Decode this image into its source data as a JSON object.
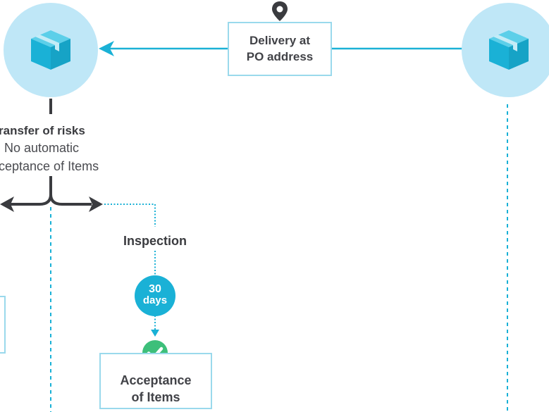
{
  "colors": {
    "accent": "#1ab1d6",
    "circle_fill": "#bfe7f7",
    "box_border": "#9ad9ec",
    "dark": "#3a3b3f",
    "check": "#3dbf7a"
  },
  "icons": [
    "location-pin-icon",
    "package-box-icon",
    "check-circle-icon",
    "arrow-left-icon",
    "arrow-right-icon"
  ],
  "delivery_box": {
    "line1": "Delivery at",
    "line2": "PO address"
  },
  "transfer": {
    "title": "ransfer of risks",
    "line1": "No automatic",
    "line2": "ceptance of Items"
  },
  "inspection": {
    "label": "Inspection",
    "badge_number": "30",
    "badge_unit": "days"
  },
  "acceptance_box": {
    "line1": "Acceptance",
    "line2": "of Items"
  }
}
